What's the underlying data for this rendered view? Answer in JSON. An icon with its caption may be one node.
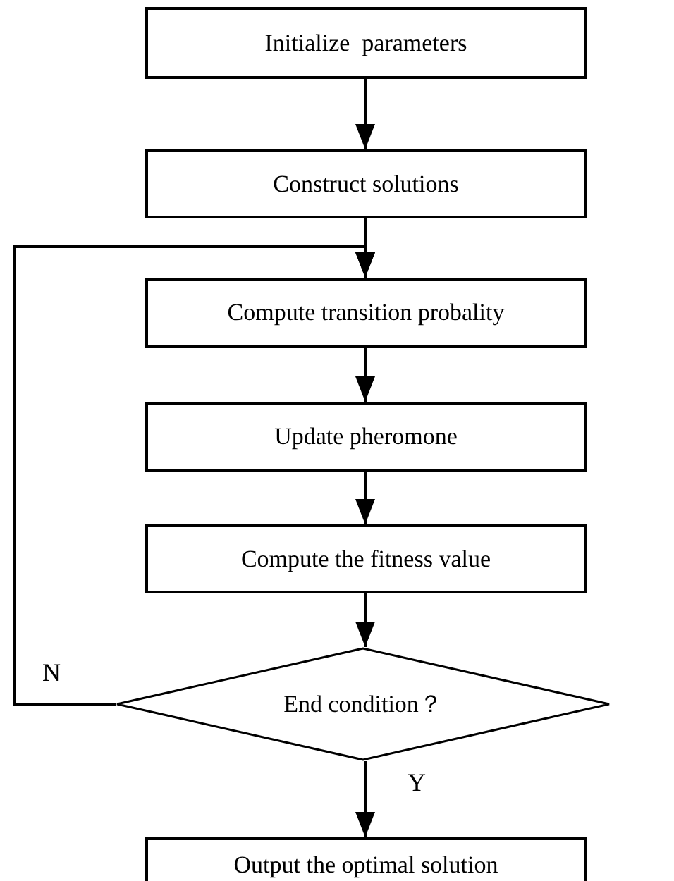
{
  "diagram": {
    "nodes": [
      {
        "text": [
          "Initialize  parameters"
        ]
      },
      {
        "text": [
          "Construct solutions"
        ]
      },
      {
        "text": [
          "Compute transition probality"
        ]
      },
      {
        "text": [
          "Update pheromone"
        ]
      },
      {
        "text": [
          "Compute the fitness value"
        ]
      },
      {
        "text": [
          "End condition？"
        ]
      },
      {
        "text": [
          "Output the optimal solution"
        ]
      }
    ],
    "edges": [
      {
        "from": 0,
        "to": 1,
        "arrow": "to"
      },
      {
        "from": 1,
        "to": 2,
        "arrow": "to"
      },
      {
        "from": 2,
        "to": 3,
        "arrow": "to"
      },
      {
        "from": 3,
        "to": 4,
        "arrow": "to"
      },
      {
        "from": 4,
        "to": 5,
        "arrow": "to"
      },
      {
        "from": 5,
        "to": 6,
        "arrow": "to",
        "label": "Y"
      },
      {
        "from": 5,
        "to": 2,
        "arrow": "to",
        "label": "N"
      }
    ]
  }
}
